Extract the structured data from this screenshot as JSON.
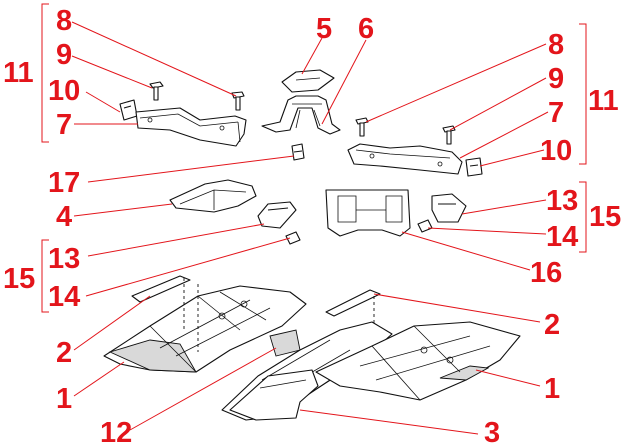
{
  "callouts": {
    "l8": "8",
    "l9": "9",
    "l10": "10",
    "l7": "7",
    "l11": "11",
    "c5": "5",
    "c6": "6",
    "r8": "8",
    "r9": "9",
    "r7": "7",
    "r10": "10",
    "r11": "11",
    "l17": "17",
    "l4": "4",
    "l13": "13",
    "l15": "15",
    "l14": "14",
    "r13": "13",
    "r15": "15",
    "r14": "14",
    "r16": "16",
    "l2": "2",
    "r2": "2",
    "l1": "1",
    "r1": "1",
    "l12": "12",
    "r3": "3"
  },
  "colors": {
    "callout": "#e3151b",
    "line_art": "#111111",
    "background": "#ffffff"
  }
}
